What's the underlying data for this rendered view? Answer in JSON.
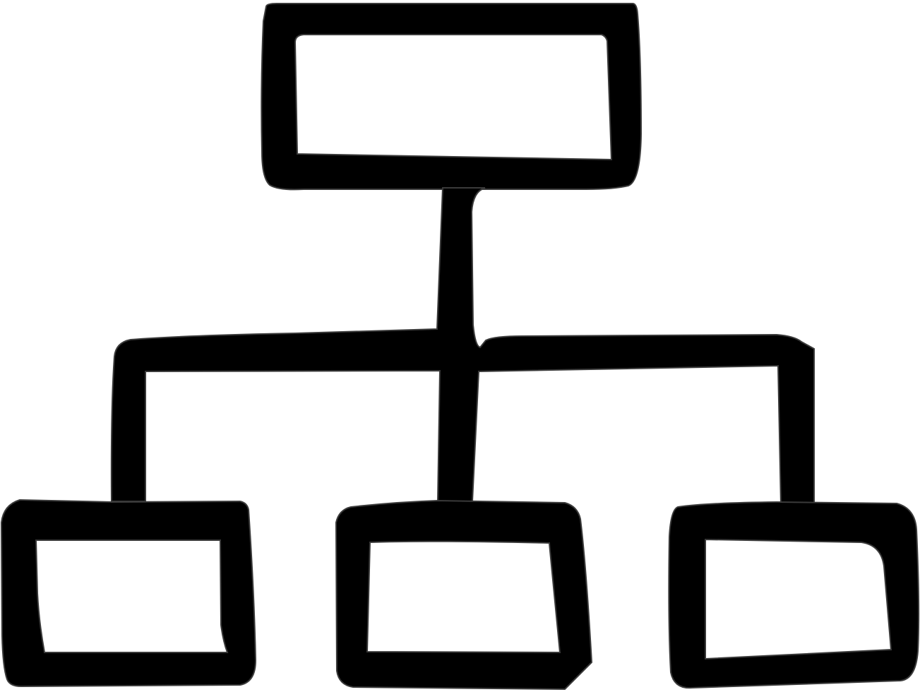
{
  "diagram": {
    "type": "org-chart-icon",
    "style": "hand-drawn black outline",
    "colors": {
      "background": "#ffffff",
      "stroke": "#000000",
      "outline": "#3a3a3a"
    },
    "nodes": [
      {
        "id": "root",
        "level": 0
      },
      {
        "id": "child-left",
        "level": 1
      },
      {
        "id": "child-middle",
        "level": 1
      },
      {
        "id": "child-right",
        "level": 1
      }
    ],
    "edges": [
      {
        "from": "root",
        "to": "child-left"
      },
      {
        "from": "root",
        "to": "child-middle"
      },
      {
        "from": "root",
        "to": "child-right"
      }
    ]
  }
}
